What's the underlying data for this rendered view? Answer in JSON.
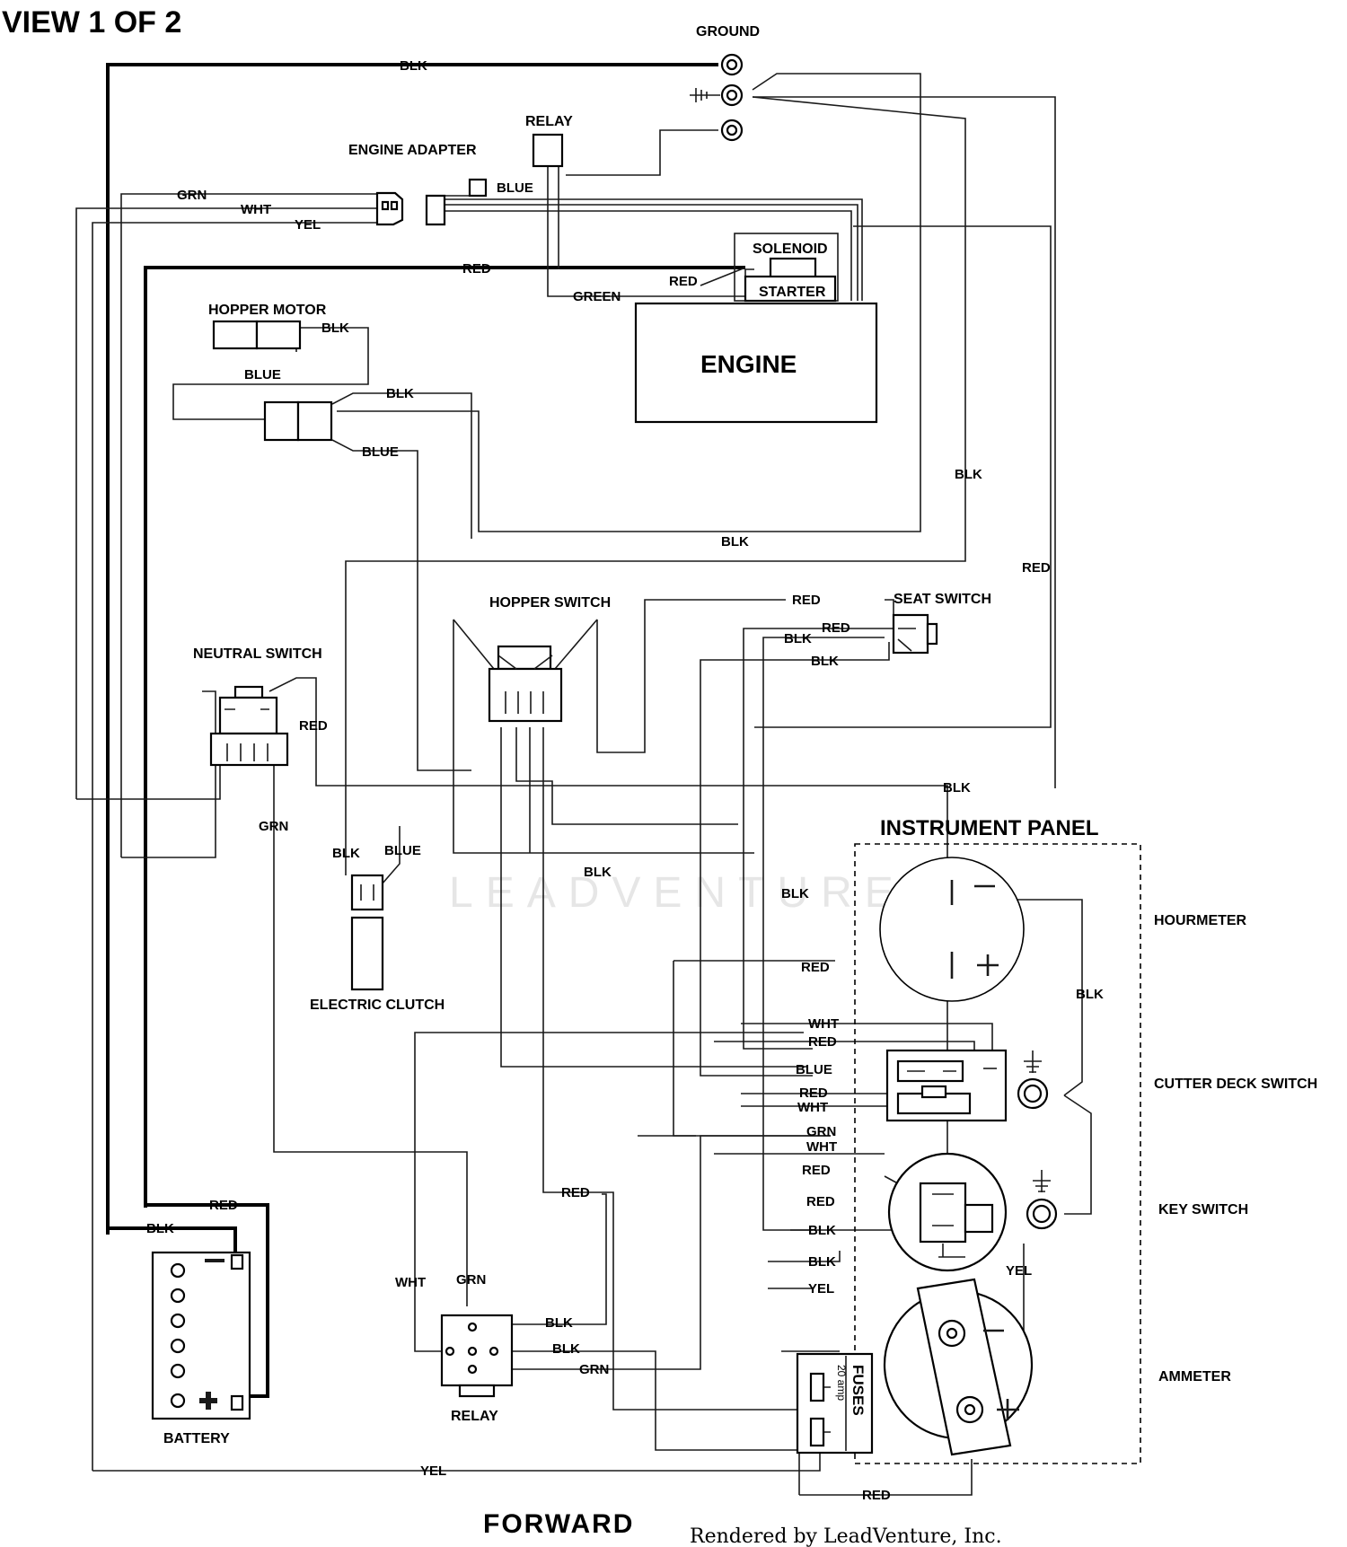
{
  "header": {
    "title": "VIEW 1 OF 2"
  },
  "components": {
    "ground": "GROUND",
    "relay_top": "RELAY",
    "engine_adapter": "ENGINE ADAPTER",
    "solenoid": "SOLENOID",
    "starter": "STARTER",
    "engine": "ENGINE",
    "hopper_motor": "HOPPER MOTOR",
    "hopper_switch": "HOPPER SWITCH",
    "seat_switch": "SEAT SWITCH",
    "neutral_switch": "NEUTRAL SWITCH",
    "electric_clutch": "ELECTRIC CLUTCH",
    "instrument_panel": "INSTRUMENT PANEL",
    "hourmeter": "HOURMETER",
    "cutter_deck_switch": "CUTTER DECK SWITCH",
    "key_switch": "KEY SWITCH",
    "ammeter": "AMMETER",
    "battery": "BATTERY",
    "relay_bottom": "RELAY",
    "fuses": "FUSES",
    "fuses_rating": "20 amp"
  },
  "wires": {
    "blk": "BLK",
    "red": "RED",
    "grn": "GRN",
    "wht": "WHT",
    "yel": "YEL",
    "blue": "BLUE",
    "green": "GREEN"
  },
  "footer": {
    "direction": "FORWARD",
    "credit": "Rendered by LeadVenture, Inc.",
    "watermark": "LEADVENTURE"
  }
}
